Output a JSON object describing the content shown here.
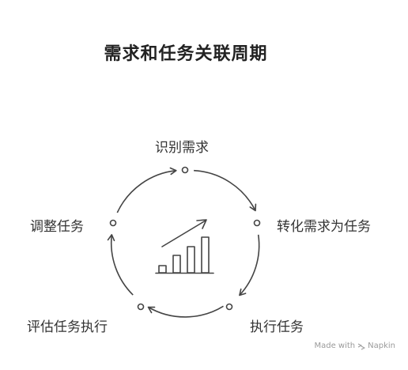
{
  "title": "需求和任务关联周期",
  "steps": [
    {
      "id": "identify",
      "label": "识别需求"
    },
    {
      "id": "convert",
      "label": "转化需求为任务"
    },
    {
      "id": "execute",
      "label": "执行任务"
    },
    {
      "id": "evaluate",
      "label": "评估任务执行"
    },
    {
      "id": "adjust",
      "label": "调整任务"
    }
  ],
  "center_icon": "bar-chart-growth-icon",
  "footer": {
    "made_with": "Made with",
    "brand": "Napkin"
  },
  "colors": {
    "stroke": "#444444",
    "text": "#333333",
    "footer": "#9a9a9a"
  }
}
